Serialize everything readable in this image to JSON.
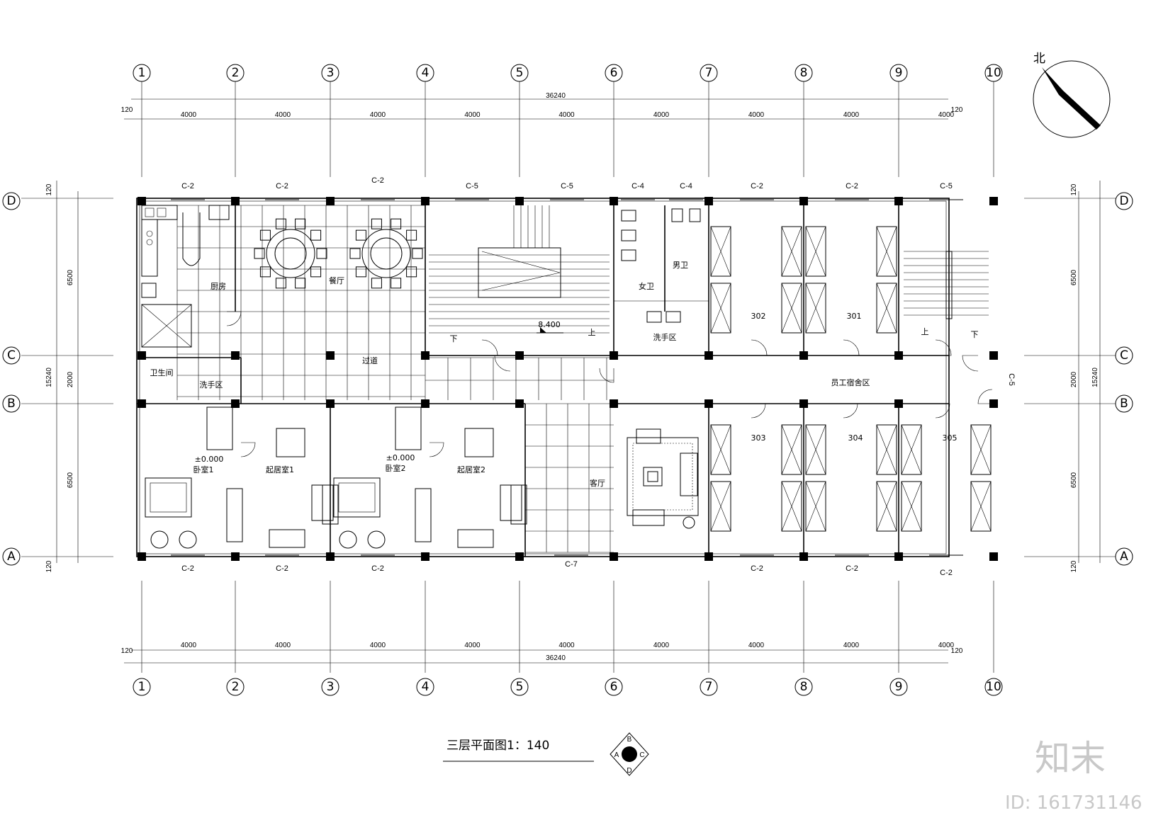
{
  "north_label": "北",
  "axes_x": [
    "1",
    "2",
    "3",
    "4",
    "5",
    "6",
    "7",
    "8",
    "9",
    "10"
  ],
  "axes_y": [
    "D",
    "C",
    "B",
    "A"
  ],
  "dims_x": {
    "total": "36240",
    "edge": "120",
    "spans": [
      "4000",
      "4000",
      "4000",
      "4000",
      "4000",
      "4000",
      "4000",
      "4000",
      "4000"
    ]
  },
  "dims_y": {
    "total": "15240",
    "edge": "120",
    "spans": [
      "6500",
      "2000",
      "6500"
    ]
  },
  "windows_top": [
    "C-2",
    "C-2",
    "C-2",
    "C-5",
    "C-5",
    "C-4",
    "C-4",
    "C-2",
    "C-2",
    "C-5"
  ],
  "windows_bottom": [
    "C-2",
    "C-2",
    "C-2",
    "C-7",
    "C-2",
    "C-2",
    "C-2"
  ],
  "window_right": "C-5",
  "rooms": {
    "kitchen": "厨房",
    "dining": "餐厅",
    "female_wc": "女卫",
    "male_wc": "男卫",
    "wash_area": "洗手区",
    "room_302": "302",
    "room_301": "301",
    "corridor": "过道",
    "staff_area": "员工宿舍区",
    "lobby": "客厅",
    "bedroom1": "卧室1",
    "bedroom2": "卧室2",
    "living1": "起居室1",
    "living2": "起居室2",
    "room_303": "303",
    "room_304": "304",
    "room_305": "305",
    "wash_small": "洗手区",
    "bath": "卫生间"
  },
  "stair_level": "8.400",
  "stair_up": "上",
  "stair_down": "下",
  "level_mark": "±0.000",
  "drawing_title": "三层平面图1：140",
  "index_marks": [
    "B",
    "A",
    "C",
    "D"
  ],
  "watermark": {
    "logo": "知末",
    "id": "ID: 161731146"
  }
}
